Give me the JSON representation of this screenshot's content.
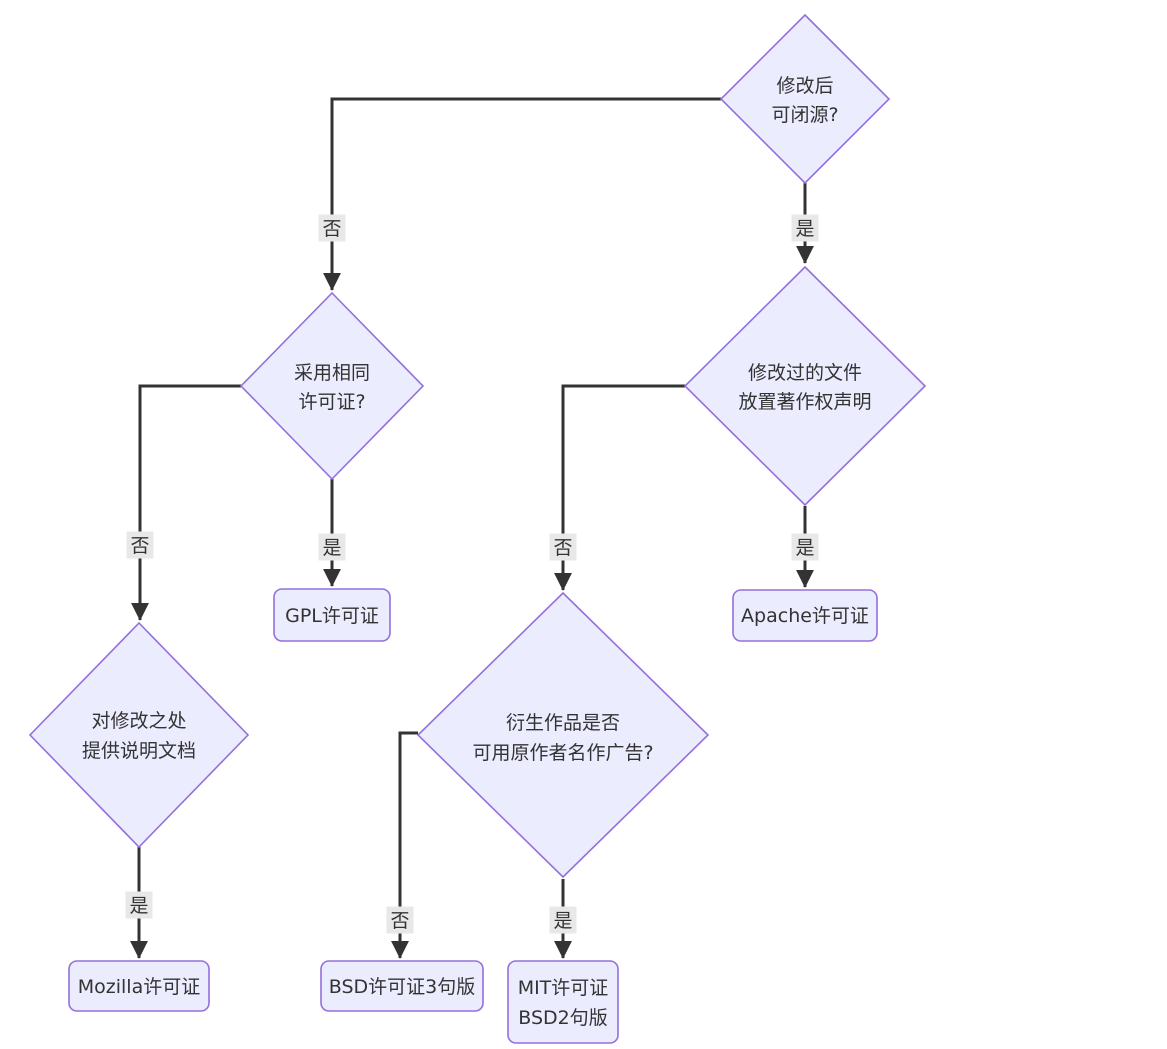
{
  "diagram": {
    "type": "flowchart",
    "orientation": "top-down",
    "topic": "open-source-license-decision",
    "colors": {
      "node_fill": "#ECECFF",
      "node_border": "#9370DB",
      "edge_line": "#333333",
      "edge_label_bg": "#e8e8e8",
      "text": "#333333",
      "background": "#ffffff"
    },
    "nodes": {
      "modify_closed": {
        "shape": "diamond",
        "lines": [
          "修改后",
          "可闭源?"
        ]
      },
      "same_license": {
        "shape": "diamond",
        "lines": [
          "采用相同",
          "许可证?"
        ]
      },
      "copyright_notice": {
        "shape": "diamond",
        "lines": [
          "修改过的文件",
          "放置著作权声明"
        ]
      },
      "doc_changes": {
        "shape": "diamond",
        "lines": [
          "对修改之处",
          "提供说明文档"
        ]
      },
      "advertising": {
        "shape": "diamond",
        "lines": [
          "衍生作品是否",
          "可用原作者名作广告?"
        ]
      },
      "gpl": {
        "shape": "rounded-rect",
        "lines": [
          "GPL许可证"
        ]
      },
      "apache": {
        "shape": "rounded-rect",
        "lines": [
          "Apache许可证"
        ]
      },
      "mozilla": {
        "shape": "rounded-rect",
        "lines": [
          "Mozilla许可证"
        ]
      },
      "bsd3": {
        "shape": "rounded-rect",
        "lines": [
          "BSD许可证3句版"
        ]
      },
      "mit_bsd2": {
        "shape": "rounded-rect",
        "lines": [
          "MIT许可证",
          "BSD2句版"
        ]
      }
    },
    "edges": [
      {
        "from": "modify_closed",
        "to": "same_license",
        "label": "否"
      },
      {
        "from": "modify_closed",
        "to": "copyright_notice",
        "label": "是"
      },
      {
        "from": "same_license",
        "to": "doc_changes",
        "label": "否"
      },
      {
        "from": "same_license",
        "to": "gpl",
        "label": "是"
      },
      {
        "from": "copyright_notice",
        "to": "advertising",
        "label": "否"
      },
      {
        "from": "copyright_notice",
        "to": "apache",
        "label": "是"
      },
      {
        "from": "doc_changes",
        "to": "mozilla",
        "label": "是"
      },
      {
        "from": "advertising",
        "to": "bsd3",
        "label": "否"
      },
      {
        "from": "advertising",
        "to": "mit_bsd2",
        "label": "是"
      }
    ]
  }
}
